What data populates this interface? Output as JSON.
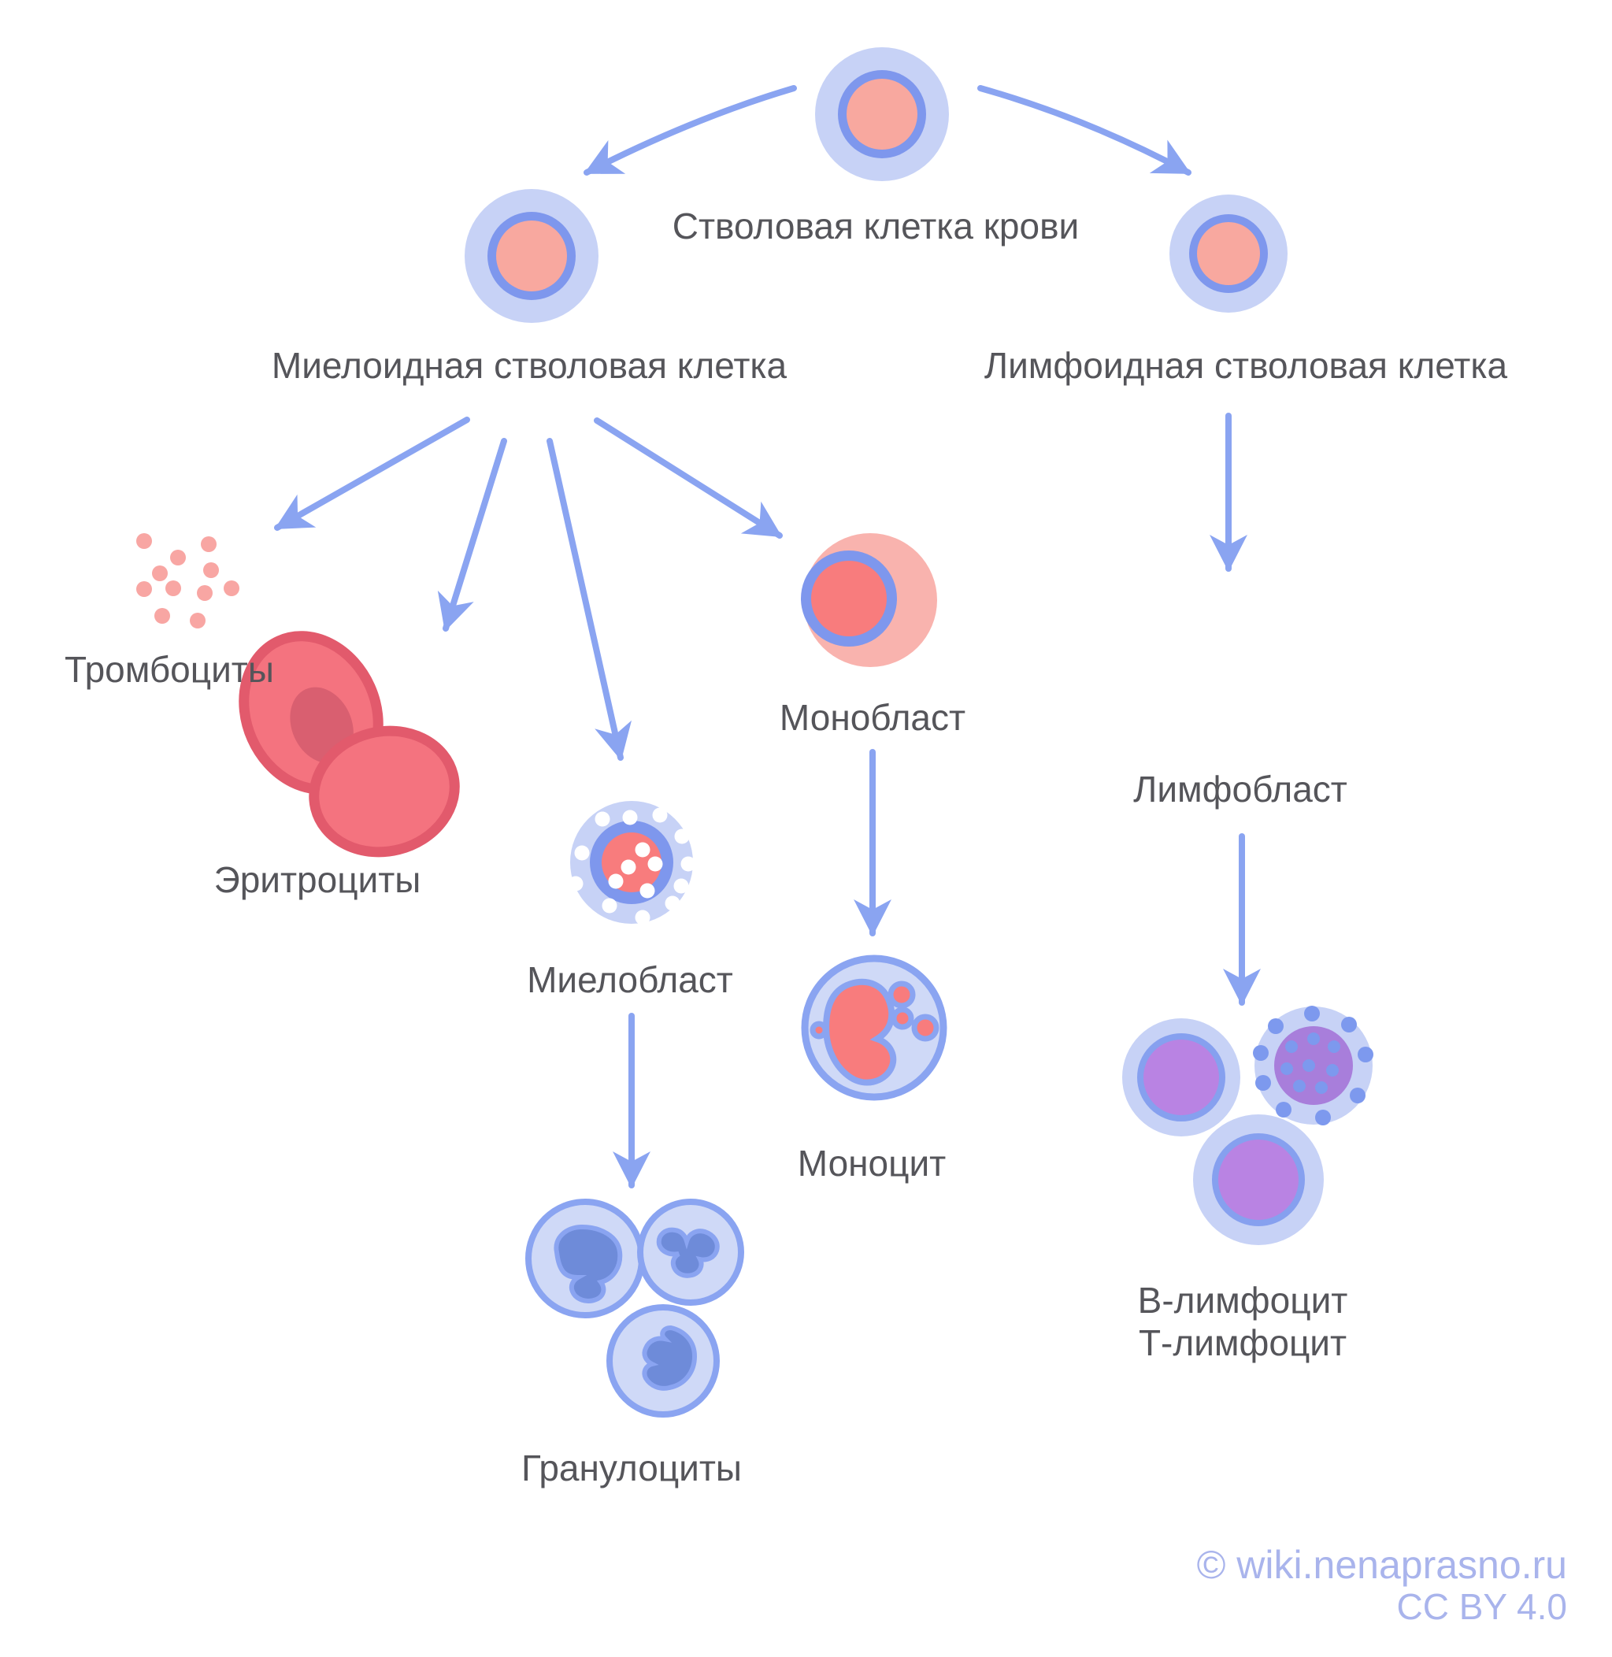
{
  "diagram": {
    "background": "#ffffff",
    "text_color": "#55555a",
    "arrow_color": "#8aa4f1",
    "watermark_color": "#a9b4ec",
    "palette": {
      "cell_outer_blue": "#c7d2f6",
      "cell_ring_blue": "#7e97ed",
      "nucleus_salmon": "#f8a89f",
      "nucleus_red": "#f87c7d",
      "monoblast_halo": "#f9b3ae",
      "platelet_pink": "#f8a6a3",
      "erythrocyte_fill": "#f4737f",
      "erythrocyte_border": "#e25a6c",
      "erythrocyte_core": "#d95f70",
      "leukocyte_fill": "#cfd9f7",
      "leukocyte_border": "#8aa4f1",
      "granulocyte_nucleus": "#6e8bd9",
      "lymphocyte_nucleus": "#b983e3",
      "lymphocyte_dot_blue": "#7d99ee",
      "white_dot": "#ffffff"
    },
    "nodes": {
      "stem_cell": {
        "label": "Стволовая клетка крови"
      },
      "myeloid_stem_cell": {
        "label": "Миелоидная стволовая клетка"
      },
      "lymphoid_stem_cell": {
        "label": "Лимфоидная стволовая клетка"
      },
      "platelets": {
        "label": "Тромбоциты"
      },
      "erythrocytes": {
        "label": "Эритроциты"
      },
      "myeloblast": {
        "label": "Миелобласт"
      },
      "monoblast": {
        "label": "Монобласт"
      },
      "monocyte": {
        "label": "Моноцит"
      },
      "lymphoblast": {
        "label": "Лимфобласт"
      },
      "granulocytes": {
        "label": "Гранулоциты"
      },
      "b_lymphocyte": {
        "label": "В-лимфоцит"
      },
      "t_lymphocyte": {
        "label": "Т-лимфоцит"
      }
    },
    "edges": [
      {
        "from": "stem_cell",
        "to": "myeloid_stem_cell"
      },
      {
        "from": "stem_cell",
        "to": "lymphoid_stem_cell"
      },
      {
        "from": "myeloid_stem_cell",
        "to": "platelets"
      },
      {
        "from": "myeloid_stem_cell",
        "to": "erythrocytes"
      },
      {
        "from": "myeloid_stem_cell",
        "to": "myeloblast"
      },
      {
        "from": "myeloid_stem_cell",
        "to": "monoblast"
      },
      {
        "from": "monoblast",
        "to": "monocyte"
      },
      {
        "from": "myeloblast",
        "to": "granulocytes"
      },
      {
        "from": "lymphoid_stem_cell",
        "to": "lymphoblast"
      },
      {
        "from": "lymphoblast",
        "to": "b_lymphocyte / t_lymphocyte"
      }
    ],
    "watermark": {
      "line1": "© wiki.nenaprasno.ru",
      "line2": "CC BY 4.0"
    }
  }
}
